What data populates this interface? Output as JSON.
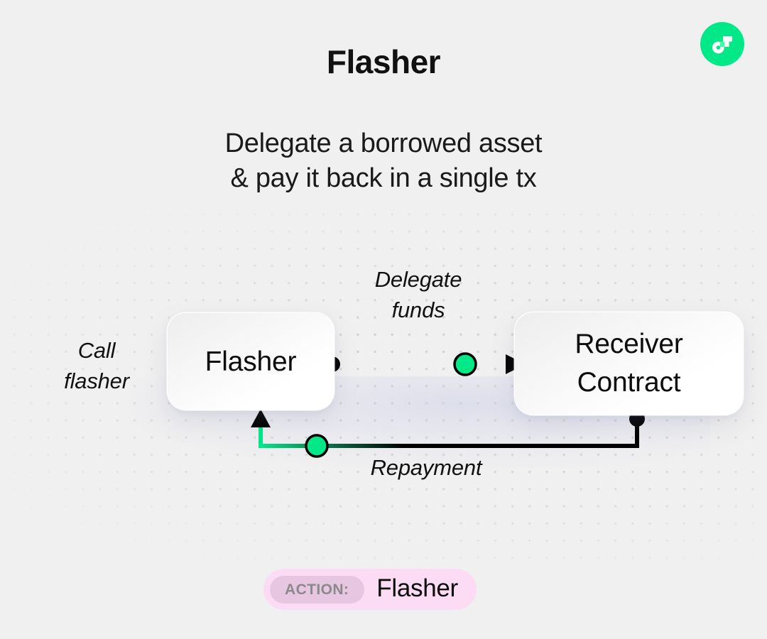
{
  "brand": {
    "logo_icon": "flashstake-f-logo-icon",
    "logo_bg_color": "#00e887",
    "logo_mark_color": "#ffffff",
    "logo_accent_color": "#3dffa8"
  },
  "header": {
    "title": "Flasher",
    "subtitle_lines": [
      "Delegate a borrowed asset",
      "& pay it back in a single tx"
    ]
  },
  "diagram": {
    "background_color": "#f0f0f0",
    "dot_color": "#d2d2d2",
    "accent_color": "#00e887",
    "line_color": "#000000",
    "nodes": [
      {
        "id": "flasher",
        "label": "Flasher"
      },
      {
        "id": "receiver",
        "label_lines": [
          "Receiver",
          "Contract"
        ]
      }
    ],
    "edges": [
      {
        "id": "call-flasher",
        "label_lines": [
          "Call",
          "flasher"
        ],
        "from": "external",
        "to": "flasher"
      },
      {
        "id": "delegate-funds",
        "label_lines": [
          "Delegate",
          "funds"
        ],
        "from": "flasher",
        "to": "receiver",
        "has_accent_node": true
      },
      {
        "id": "repayment",
        "label_lines": [
          "Repayment"
        ],
        "from": "receiver",
        "to": "flasher",
        "has_accent_node": true
      }
    ]
  },
  "action_badge": {
    "kicker": "ACTION:",
    "value": "Flasher",
    "background_color": "#fbdcf4",
    "kicker_background_color": "#e7c6e2",
    "kicker_text_color": "#8a8a8c"
  }
}
